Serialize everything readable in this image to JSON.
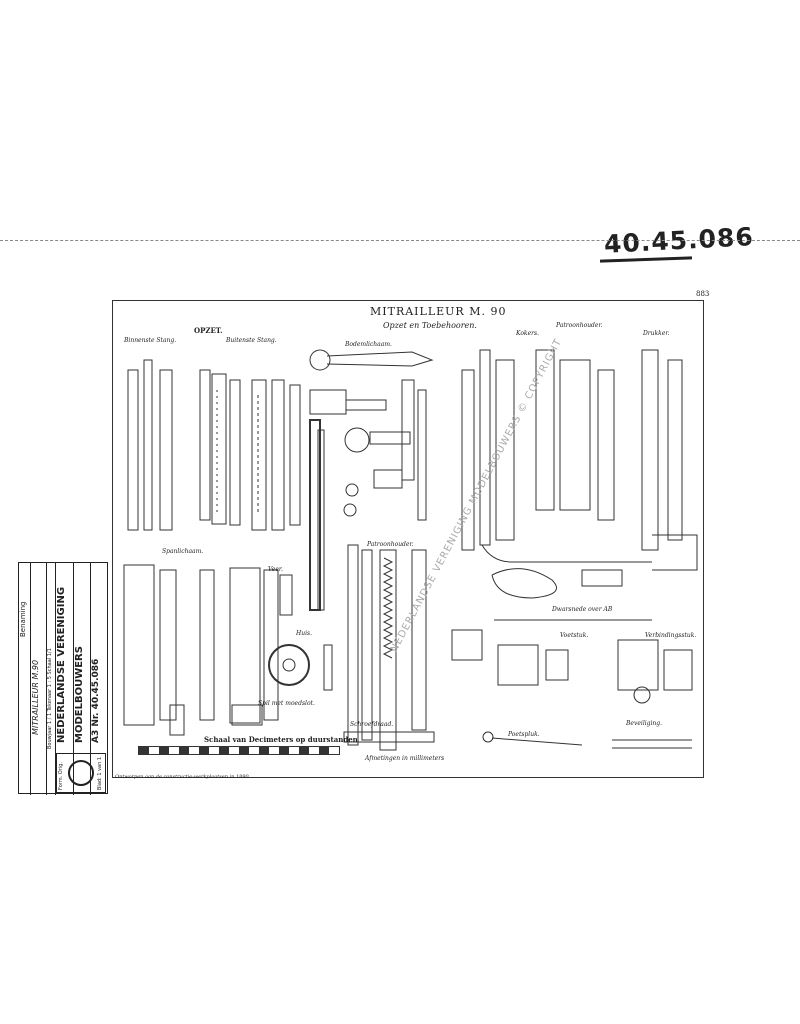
{
  "handwritten_number": "40.45.086",
  "sheet": {
    "corner_number": "883",
    "title": "MITRAILLEUR M. 90",
    "subtitle": "Opzet en Toebehooren.",
    "labels": {
      "binnenste_stang": "Binnenste Stang.",
      "opzet": "OPZET.",
      "buitenste_stang": "Buitenste Stang.",
      "bodemlichaam": "Bodemlichaam.",
      "kokers": "Kokers.",
      "patroonhouder": "Patroonhouder.",
      "drukker": "Drukker.",
      "spanlichaam": "Spanlichaam.",
      "veer": "Veer.",
      "huis": "Huis.",
      "patroonhouder2": "Patroonhouder.",
      "dwarsnede": "Dwarsnede over AB",
      "voetstuk": "Voetstuk.",
      "verbindingsstuk": "Verbindingsstuk.",
      "spilwiel": "Spil met moedslot.",
      "schroefdraad": "Schroefdraad.",
      "poetspluk": "Poetspluk.",
      "beveiliging": "Beveiliging."
    },
    "scale_title": "Schaal van Decimeters op duurstanden",
    "measurements": "Afmetingen in millimeters",
    "footnote": "Ontworpen aan de constructie-werkplaatsen in 1890"
  },
  "title_block": {
    "benaming_label": "Benaming",
    "benaming_value": "MITRAILLEUR M.90",
    "detail_row": "Bouwjaar 1 / 1 Tekenaar 1 : 5  Schaal 1/1",
    "org_line1": "NEDERLANDSE VERENIGING",
    "org_line2": "MODELBOUWERS",
    "archive_number": "A3 Nr. 40.45.086",
    "small_label_1": "Form. Orig.",
    "small_label_2": "Blad: 1 van 1"
  },
  "watermark": "NEDERLANDSE VERENIGING MODELBOUWERS © COPYRIGHT"
}
